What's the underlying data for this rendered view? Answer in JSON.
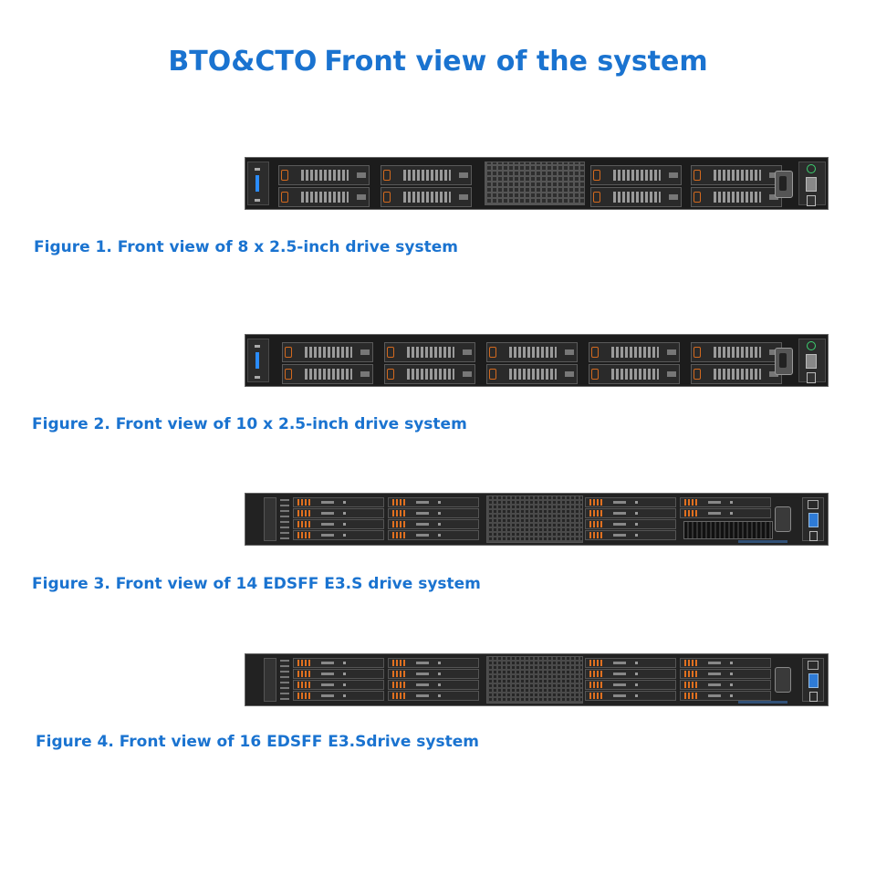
{
  "title": {
    "prefix": "BTO&CTO",
    "main": "Front view of the system"
  },
  "figures": [
    {
      "caption": "Figure 1. Front view of 8 x 2.5-inch drive system"
    },
    {
      "caption": "Figure 2. Front view of 10 x 2.5-inch drive system"
    },
    {
      "caption": "Figure 3. Front view of 14 EDSFF E3.S drive system"
    },
    {
      "caption": "Figure 4. Front view of 16 EDSFF E3.Sdrive system"
    }
  ],
  "colors": {
    "heading": "#1a73d0",
    "chassis": "#1c1c1c",
    "drive_release": "#d2691e",
    "power_led": "#3cd070"
  }
}
